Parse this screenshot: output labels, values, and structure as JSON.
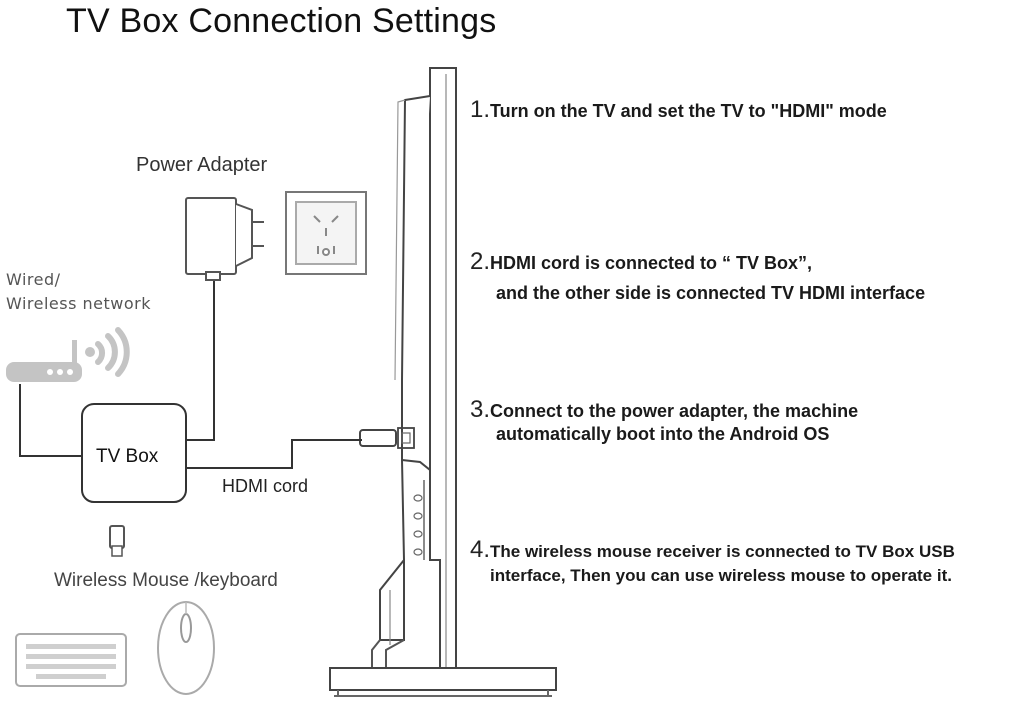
{
  "title": "TV Box Connection Settings",
  "labels": {
    "power_adapter": "Power Adapter",
    "network_line1": "Wired/",
    "network_line2": "Wireless network",
    "tv_box": "TV Box",
    "hdmi_cord": "HDMI cord",
    "mouse_keyboard": "Wireless Mouse  /keyboard"
  },
  "steps": [
    {
      "number": "1.",
      "line1": "Turn on the TV and set the TV to \"HDMI\" mode",
      "line2": ""
    },
    {
      "number": "2.",
      "line1": "HDMI cord is connected to “ TV Box”,",
      "line2": "and the other side is connected TV HDMI interface"
    },
    {
      "number": "3.",
      "line1": "Connect to the power adapter, the machine",
      "line2": "automatically boot into the Android OS"
    },
    {
      "number": "4.",
      "line1": "The wireless mouse receiver is connected to TV  Box USB",
      "line2": "interface, Then you can use wireless mouse to operate it."
    }
  ],
  "icons": {
    "power_adapter": "power-adapter-icon",
    "wall_socket": "wall-socket-icon",
    "router": "router-icon",
    "wifi": "wifi-icon",
    "tv_box": "tv-box-icon",
    "usb_receiver": "usb-receiver-icon",
    "keyboard": "keyboard-icon",
    "mouse": "mouse-icon",
    "tv": "tv-side-icon"
  },
  "colors": {
    "line": "#333333",
    "device_gray": "#bdbdbd",
    "text": "#111111"
  }
}
